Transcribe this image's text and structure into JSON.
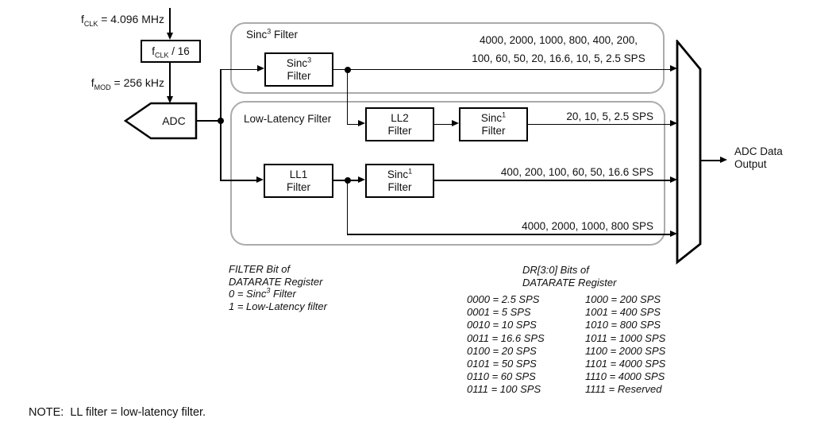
{
  "clock": {
    "fclk": {
      "base": "f",
      "sub": "CLK",
      "rest": " = 4.096 MHz"
    },
    "divider": {
      "base": "f",
      "sub": "CLK",
      "rest": " / 16"
    },
    "fmod": {
      "base": "f",
      "sub": "MOD",
      "rest": " = 256 kHz"
    }
  },
  "blocks": {
    "adc": {
      "label": "ADC"
    },
    "sinc3": {
      "base": "Sinc",
      "sup": "3",
      "line2": "Filter"
    },
    "ll2": {
      "line1": "LL2",
      "line2": "Filter"
    },
    "sinc1_upper": {
      "base": "Sinc",
      "sup": "1",
      "line2": "Filter"
    },
    "ll1": {
      "line1": "LL1",
      "line2": "Filter"
    },
    "sinc1_lower": {
      "base": "Sinc",
      "sup": "1",
      "line2": "Filter"
    }
  },
  "groups": {
    "sinc3": {
      "base": "Sinc",
      "sup": "3",
      "rest": " Filter"
    },
    "low_latency": {
      "label": "Low-Latency Filter"
    }
  },
  "rates": {
    "sinc3_line1": "4000, 2000, 1000, 800, 400, 200,",
    "sinc3_line2": "100, 60, 50, 20, 16.6, 10, 5, 2.5 SPS",
    "ll2_sinc1": "20, 10, 5, 2.5 SPS",
    "ll1_sinc1": "400, 200, 100, 60, 50, 16.6 SPS",
    "bypass": "4000, 2000, 1000, 800 SPS"
  },
  "output": {
    "line1": "ADC Data",
    "line2": "Output"
  },
  "filter_bit_note": {
    "line1": "FILTER Bit of",
    "line2": "DATARATE Register",
    "line3_base": "0 = Sinc",
    "line3_sup": "3",
    "line3_rest": " Filter",
    "line4": "1 = Low-Latency filter"
  },
  "dr_bits": {
    "title1": "DR[3:0] Bits of",
    "title2": "DATARATE Register",
    "left": [
      "0000 = 2.5 SPS",
      "0001 = 5 SPS",
      "0010 = 10 SPS",
      "0011 = 16.6 SPS",
      "0100 = 20 SPS",
      "0101 = 50 SPS",
      "0110 = 60 SPS",
      "0111 = 100 SPS"
    ],
    "right": [
      "1000 = 200 SPS",
      "1001 = 400 SPS",
      "1010 = 800 SPS",
      "1011 = 1000 SPS",
      "1100 = 2000 SPS",
      "1101 = 4000 SPS",
      "1110 = 4000 SPS",
      "1111 = Reserved"
    ]
  },
  "note": "NOTE:  LL filter = low-latency filter.",
  "colors": {
    "line": "#000000",
    "group_border": "#ababab",
    "background": "#ffffff"
  }
}
